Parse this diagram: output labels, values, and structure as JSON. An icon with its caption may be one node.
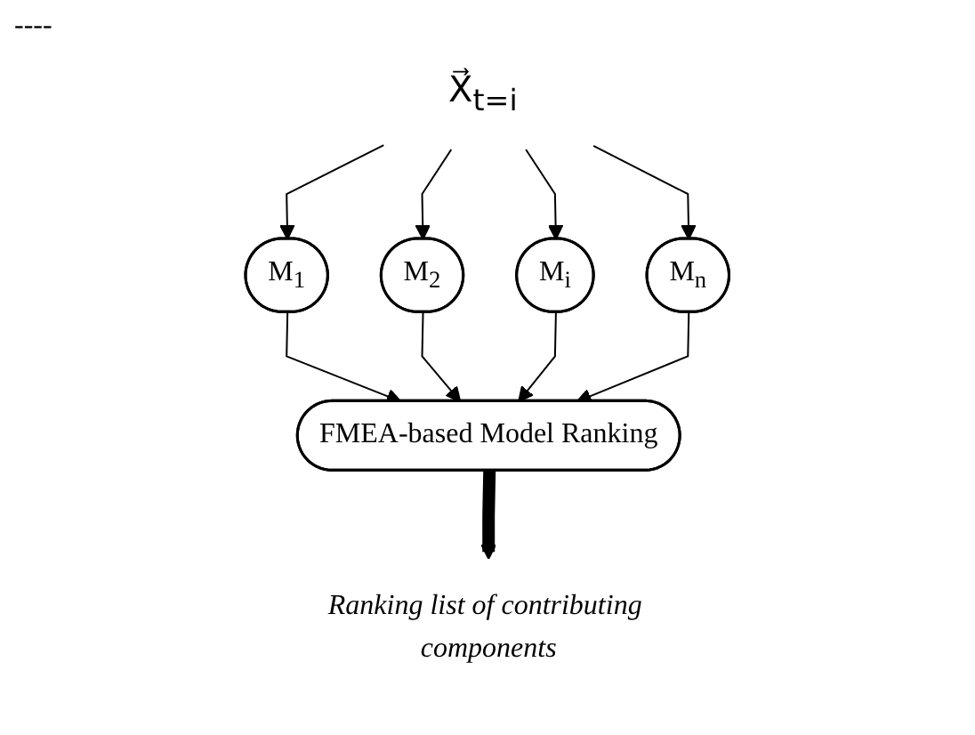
{
  "diagram": {
    "nodes": [
      {
        "text": [
          "X⃗$_{t=i}$"
        ]
      },
      {
        "text": [
          "M$_{1}$"
        ]
      },
      {
        "text": [
          "M$_{2}$"
        ]
      },
      {
        "text": [
          "M$_{i}$"
        ]
      },
      {
        "text": [
          "M$_{n}$"
        ]
      },
      {
        "text": [
          "FMEA-based Model Ranking"
        ]
      },
      {
        "text": [
          "Ranking list of contributing components"
        ]
      }
    ],
    "edges": [
      {
        "from": 0,
        "to": 1,
        "arrow": "to"
      },
      {
        "from": 0,
        "to": 2,
        "arrow": "to"
      },
      {
        "from": 0,
        "to": 3,
        "arrow": "to"
      },
      {
        "from": 0,
        "to": 4,
        "arrow": "to"
      },
      {
        "from": 1,
        "to": 5,
        "arrow": "to"
      },
      {
        "from": 2,
        "to": 5,
        "arrow": "to"
      },
      {
        "from": 3,
        "to": 5,
        "arrow": "to"
      },
      {
        "from": 4,
        "to": 5,
        "arrow": "to"
      },
      {
        "from": 5,
        "to": 6,
        "arrow": "to",
        "style": "thick"
      }
    ],
    "labels": [
      "----"
    ]
  }
}
